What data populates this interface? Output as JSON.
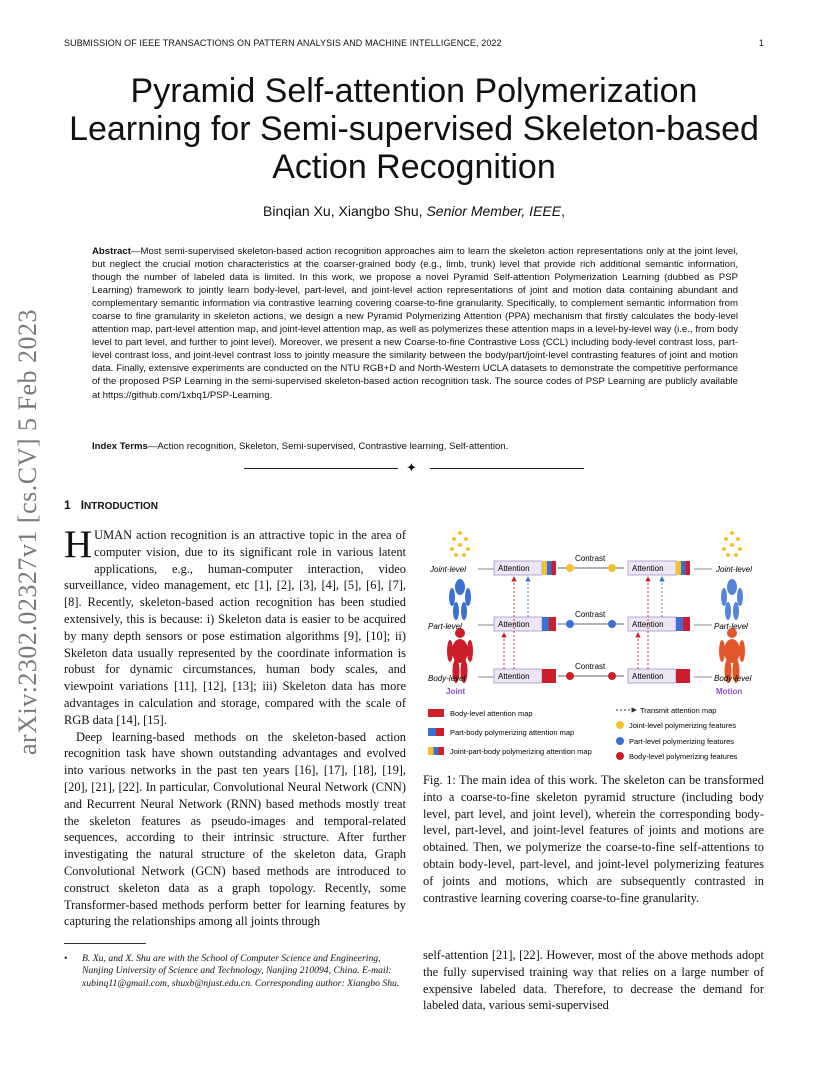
{
  "header": {
    "journal": "SUBMISSION OF IEEE TRANSACTIONS ON PATTERN ANALYSIS AND MACHINE INTELLIGENCE, 2022",
    "page_number": "1"
  },
  "arxiv_stamp": "arXiv:2302.02327v1  [cs.CV]  5 Feb 2023",
  "title": "Pyramid Self-attention Polymerization Learning for Semi-supervised Skeleton-based Action Recognition",
  "authors": {
    "names": "Binqian Xu, Xiangbo Shu, ",
    "role": "Senior Member, IEEE",
    "trail": ","
  },
  "abstract": {
    "label": "Abstract",
    "text": "—Most semi-supervised skeleton-based action recognition approaches aim to learn the skeleton action representations only at the joint level, but neglect the crucial motion characteristics at the coarser-grained body (e.g., limb, trunk) level that provide rich additional semantic information, though the number of labeled data is limited. In this work, we propose a novel Pyramid Self-attention Polymerization Learning (dubbed as PSP Learning) framework to jointly learn body-level, part-level, and joint-level action representations of joint and motion data containing abundant and complementary semantic information via contrastive learning covering coarse-to-fine granularity. Specifically, to complement semantic information from coarse to fine granularity in skeleton actions, we design a new Pyramid Polymerizing Attention (PPA) mechanism that firstly calculates the body-level attention map, part-level attention map, and joint-level attention map, as well as polymerizes these attention maps in a level-by-level way (i.e., from body level to part level, and further to joint level). Moreover, we present a new Coarse-to-fine Contrastive Loss (CCL) including body-level contrast loss, part-level contrast loss, and joint-level contrast loss to jointly measure the similarity between the body/part/joint-level contrasting features of joint and motion data. Finally, extensive experiments are conducted on the NTU RGB+D and North-Western UCLA datasets to demonstrate the competitive performance of the proposed PSP Learning in the semi-supervised skeleton-based action recognition task. The source codes of PSP Learning are publicly available at https://github.com/1xbq1/PSP-Learning."
  },
  "index_terms": {
    "label": "Index Terms",
    "text": "—Action recognition, Skeleton, Semi-supervised, Contrastive learning, Self-attention."
  },
  "separator_glyph": "✦",
  "section": {
    "number": "1",
    "title_first": "I",
    "title_rest": "NTRODUCTION"
  },
  "body": {
    "drop_cap": "H",
    "p1_smallcaps": "UMAN",
    "p1_rest": " action recognition is an attractive topic in the area of computer vision, due to its significant role in various latent applications, e.g., human-computer interaction, video surveillance, video management, etc [1], [2], [3], [4], [5], [6], [7], [8]. Recently, skeleton-based action recognition has been studied extensively, this is because: i) Skeleton data is easier to be acquired by many depth sensors or pose estimation algorithms [9], [10]; ii) Skeleton data usually represented by the coordinate information is robust for dynamic circumstances, human body scales, and viewpoint variations [11], [12], [13]; iii) Skeleton data has more advantages in calculation and storage, compared with the scale of RGB data [14], [15].",
    "p2": "Deep learning-based methods on the skeleton-based action recognition task have shown outstanding advantages and evolved into various networks in the past ten years [16], [17], [18], [19], [20], [21], [22]. In particular, Convolutional Neural Network (CNN) and Recurrent Neural Network (RNN) based methods mostly treat the skeleton features as pseudo-images and temporal-related sequences, according to their intrinsic structure. After further investigating the natural structure of the skeleton data, Graph Convolutional Network (GCN) based methods are introduced to construct skeleton data as a graph topology. Recently, some Transformer-based methods perform better for learning features by capturing the relationships among all joints through",
    "right_col": "self-attention [21], [22]. However, most of the above methods adopt the fully supervised training way that relies on a large number of expensive labeled data. Therefore, to decrease the demand for labeled data, various semi-supervised"
  },
  "footnote": {
    "bullet": "•",
    "text": "B. Xu, and X. Shu are with the School of Computer Science and Engineering, Nanjing University of Science and Technology, Nanjing 210094, China. E-mail: xubinq11@gmail.com, shuxb@njust.edu.cn. Corresponding author: Xiangbo Shu."
  },
  "figure": {
    "levels": [
      "Joint-level",
      "Part-level",
      "Body-level"
    ],
    "attention_label": "Attention",
    "contrast_label": "Contrast",
    "joint_label": "Joint",
    "motion_label": "Motion",
    "legend": {
      "body_map": "Body-level attention map",
      "part_map": "Part-body polymerizing attention map",
      "joint_map": "Joint-part-body polymerizing attention map",
      "transmit": "Transmit attention map",
      "joint_feat": "Joint-level polymerizing features",
      "part_feat": "Part-level polymerizing features",
      "body_feat": "Body-level polymerizing features"
    },
    "colors": {
      "body": "#cc1f2b",
      "part": "#3b6fd1",
      "joint": "#f2c12e",
      "box_fill": "#ece6f5",
      "box_stroke": "#b3a5d0",
      "motion_label": "#8a4fcf",
      "joint_label": "#8a4fcf"
    },
    "caption": "Fig. 1: The main idea of this work. The skeleton can be transformed into a coarse-to-fine skeleton pyramid structure (including body level, part level, and joint level), wherein the corresponding body-level, part-level, and joint-level features of joints and motions are obtained. Then, we polymerize the coarse-to-fine self-attentions to obtain body-level, part-level, and joint-level polymerizing features of joints and motions, which are subsequently contrasted in contrastive learning covering coarse-to-fine granularity."
  }
}
